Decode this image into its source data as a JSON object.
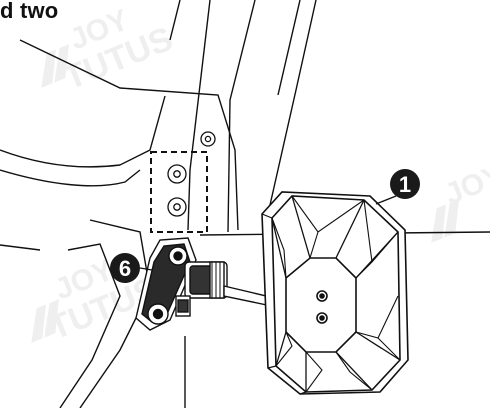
{
  "heading": "d two",
  "callouts": [
    {
      "number": "1",
      "target": "mirror"
    },
    {
      "number": "6",
      "target": "mount-bracket"
    }
  ],
  "watermark": {
    "text_line1": "JOY",
    "text_line2": "TUTUS",
    "color": "#f1f1f1"
  },
  "colors": {
    "line": "#111111",
    "callout_fill": "#1a1a1a",
    "callout_text": "#ffffff"
  }
}
